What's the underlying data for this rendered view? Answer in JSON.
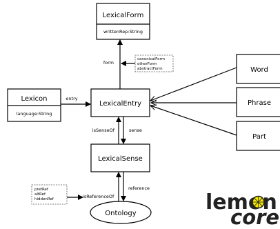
{
  "classes": {
    "lexical_form": {
      "name": "LexicalForm",
      "attribute": "writtenRep:String"
    },
    "lexicon": {
      "name": "Lexicon",
      "attribute": "language:String"
    },
    "lexical_entry": {
      "name": "LexicalEntry"
    },
    "lexical_sense": {
      "name": "LexicalSense"
    },
    "ontology": {
      "name": "Ontology"
    },
    "word": {
      "name": "Word"
    },
    "phrase": {
      "name": "Phrase"
    },
    "part": {
      "name": "Part"
    }
  },
  "relations": {
    "form": "form",
    "entry": "entry",
    "is_sense_of": "isSenseOf",
    "sense": "sense",
    "reference": "reference",
    "is_reference_of": "isReferenceOf"
  },
  "form_subproperties": [
    "canonicalForm",
    "otherForm",
    "abstractForm"
  ],
  "reference_subproperties": [
    "prefRef",
    "altRef",
    "hiddenRef"
  ],
  "logo": {
    "line1": "lemon",
    "line2": "core"
  }
}
